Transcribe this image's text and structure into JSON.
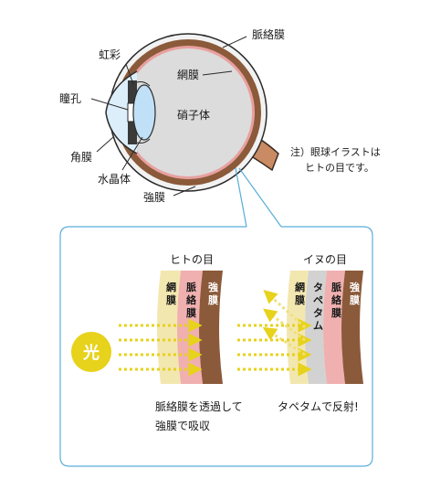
{
  "eye_labels": {
    "iris": "虹彩",
    "pupil": "瞳孔",
    "cornea": "角膜",
    "lens": "水晶体",
    "sclera": "強膜",
    "choroid": "脈絡膜",
    "retina": "網膜",
    "vitreous": "硝子体"
  },
  "note": {
    "line1": "注）眼球イラストは",
    "line2": "ヒトの目です。"
  },
  "human_panel": {
    "title": "ヒトの目",
    "layer_retina": [
      "網",
      "膜"
    ],
    "layer_choroid": [
      "脈",
      "絡",
      "膜"
    ],
    "layer_sclera": [
      "強",
      "膜"
    ],
    "caption_line1": "脈絡膜を透過して",
    "caption_line2": "強膜で吸収"
  },
  "dog_panel": {
    "title": "イヌの目",
    "layer_retina": [
      "網",
      "膜"
    ],
    "layer_tapetum": [
      "タ",
      "ペ",
      "タ",
      "ム"
    ],
    "layer_choroid": [
      "脈",
      "絡",
      "膜"
    ],
    "layer_sclera": [
      "強",
      "膜"
    ],
    "caption": "タペタムで反射!"
  },
  "light_label": "光",
  "colors": {
    "sclera_brown": "#8b5a3a",
    "choroid_pink": "#f0b0b0",
    "retina_cream": "#f3e7b0",
    "tapetum_gray": "#d2d2d2",
    "vitreous_gray": "#dcdcdc",
    "light_yellow": "#e7d21c",
    "panel_border": "#5aaed9"
  }
}
